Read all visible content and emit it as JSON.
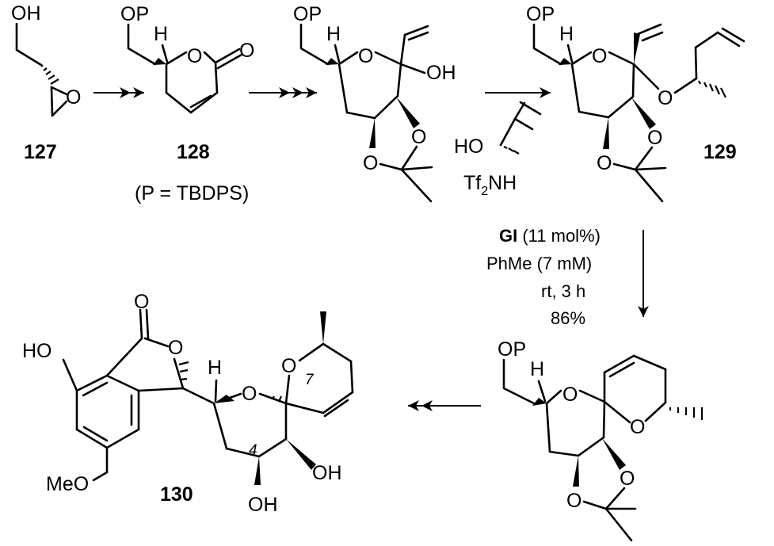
{
  "compounds": {
    "c127": {
      "number": "127",
      "atoms": {
        "oh": "OH",
        "o": "O"
      }
    },
    "c128": {
      "number": "128",
      "note": "(P = TBDPS)",
      "atoms": {
        "op": "OP",
        "h": "H",
        "o_ring": "O",
        "o_carbonyl": "O"
      }
    },
    "lactol": {
      "atoms": {
        "op": "OP",
        "h": "H",
        "o_ring": "O",
        "oh": "OH",
        "o1": "O",
        "o2": "O"
      }
    },
    "c129": {
      "number": "129",
      "atoms": {
        "op": "OP",
        "h": "H",
        "o_ring": "O",
        "o_ether": "O",
        "o1": "O",
        "o2": "O"
      }
    },
    "spiro": {
      "atoms": {
        "op": "OP",
        "h": "H",
        "o_ring": "O",
        "o_ring2": "O",
        "o1": "O",
        "o2": "O"
      }
    },
    "c130": {
      "number": "130",
      "atoms": {
        "ho": "HO",
        "meo": "MeO",
        "o_carbonyl": "O",
        "o_lactone": "O",
        "h": "H",
        "o_ring": "O",
        "o7": "O",
        "oh_right": "OH",
        "oh_bottom": "OH"
      },
      "locants": {
        "c4": "4",
        "c7": "7"
      }
    }
  },
  "reagents": {
    "step3_alcohol": {
      "ho": "HO"
    },
    "step3_acid": {
      "tf": "Tf",
      "sub": "2",
      "nh": "NH"
    }
  },
  "conditions": {
    "catalyst_bold": "GI",
    "catalyst_rest": " (11 mol%)",
    "solvent": "PhMe (7 mM)",
    "temp_time": "rt, 3 h",
    "yield": "86%"
  }
}
